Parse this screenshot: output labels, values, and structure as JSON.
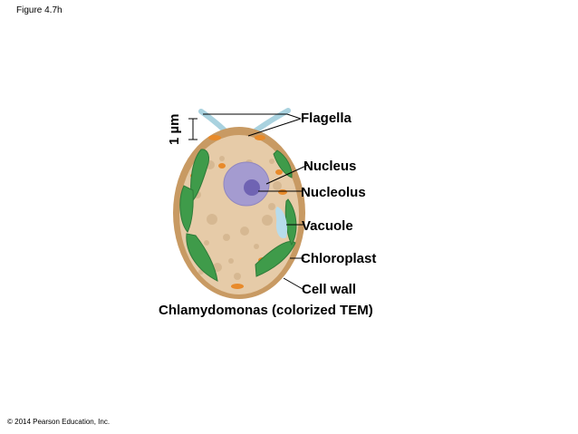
{
  "figure_label": "Figure 4.7h",
  "copyright": "© 2014 Pearson Education, Inc.",
  "scale_bar_label": "1 µm",
  "caption": "Chlamydomonas (colorized TEM)",
  "labels": {
    "flagella": "Flagella",
    "nucleus": "Nucleus",
    "nucleolus": "Nucleolus",
    "vacuole": "Vacuole",
    "chloroplast": "Chloroplast",
    "cell_wall": "Cell wall"
  },
  "colors": {
    "cell_wall": "#c89a63",
    "cytoplasm": "#e6cba8",
    "chloroplast": "#3f9b4a",
    "nucleus": "#a49bd0",
    "nucleolus": "#6f63b3",
    "vacuole": "#b7dcec",
    "flagella": "#a9d2df"
  }
}
